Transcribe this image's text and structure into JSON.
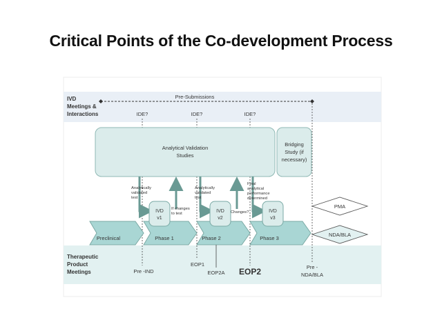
{
  "title": "Critical Points of the Co-development Process",
  "lanes": {
    "ivd": [
      "IVD",
      "Meetings &",
      "Interactions"
    ],
    "therapeutic": [
      "Therapeutic",
      "Product",
      "Meetings"
    ]
  },
  "presubmissions_label": "Pre-Submissions",
  "ide_labels": [
    "IDE?",
    "IDE?",
    "IDE?"
  ],
  "analytical_validation": [
    "Analytical Validation",
    "Studies"
  ],
  "bridging": [
    "Bridging",
    "Study (if",
    "necessary)"
  ],
  "annotations": {
    "av_test_1": [
      "Analytically",
      "validated",
      "test"
    ],
    "av_test_2": [
      "Analytically",
      "validated",
      "test"
    ],
    "changes_to_test": [
      "If changes",
      "to test"
    ],
    "changes_q": "Changes?",
    "final_performance": [
      "Final",
      "analytical",
      "performance",
      "determined"
    ]
  },
  "ivd_versions": [
    [
      "IVD",
      "v1"
    ],
    [
      "IVD",
      "v2"
    ],
    [
      "IVD",
      "v3"
    ]
  ],
  "phases": [
    "Preclinical",
    "Phase 1",
    "Phase 2",
    "Phase 3"
  ],
  "pma": "PMA",
  "nda_bla": "NDA/BLA",
  "meetings": {
    "pre_ind": "Pre -IND",
    "eop1": "EOP1",
    "eop2a": "EOP2A",
    "eop2": "EOP2",
    "pre_nda": [
      "Pre -",
      "NDA/BLA"
    ]
  }
}
